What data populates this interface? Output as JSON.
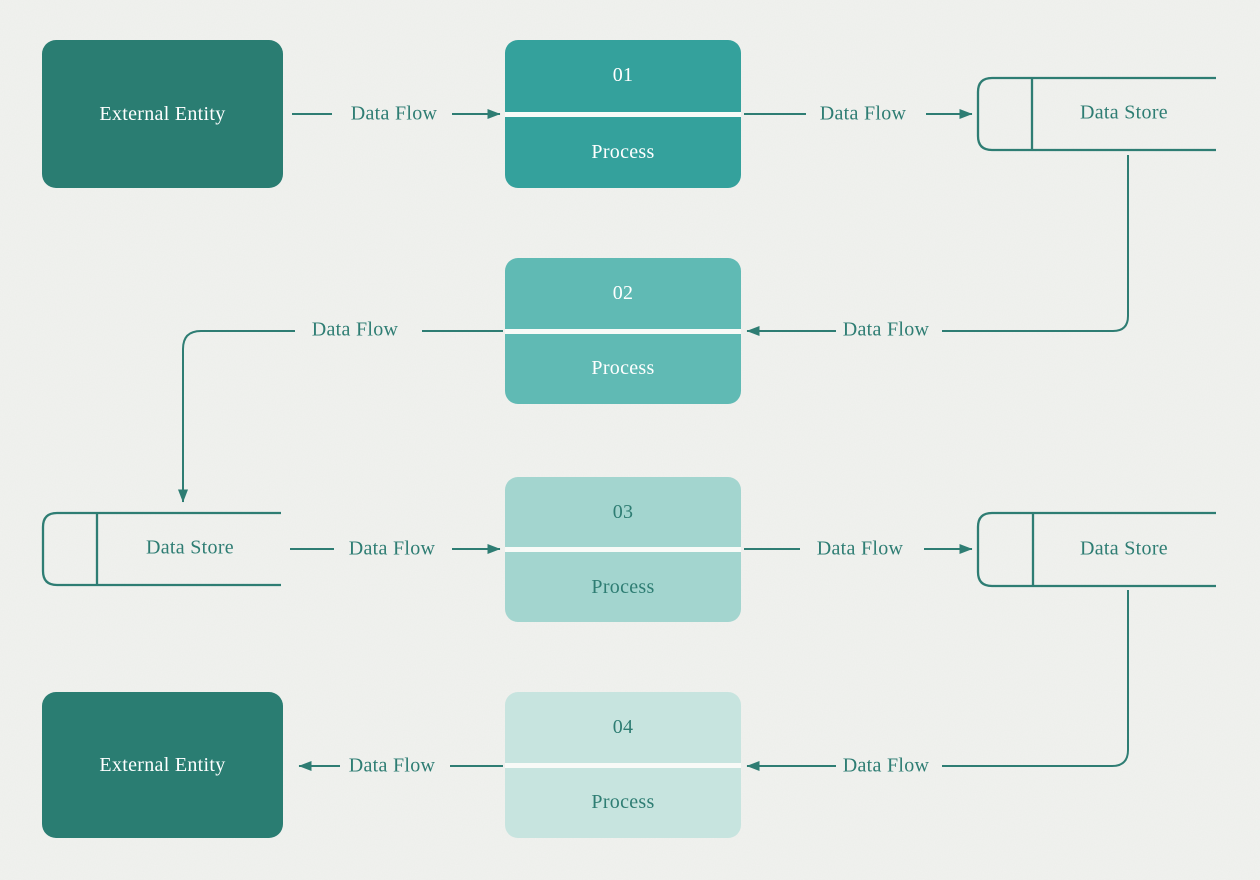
{
  "diagram": {
    "type": "data-flow-diagram",
    "background_color": "#f1f2ef",
    "line_color": "#2e7d73",
    "external_entities": [
      {
        "id": "external-entity-top",
        "label": "External Entity",
        "fill": "#2a7d72",
        "text_color": "#ffffff"
      },
      {
        "id": "external-entity-bottom",
        "label": "External Entity",
        "fill": "#2a7d72",
        "text_color": "#ffffff"
      }
    ],
    "processes": [
      {
        "id": "process-01",
        "number": "01",
        "label": "Process",
        "fill": "#34a19c",
        "text_color": "#ffffff"
      },
      {
        "id": "process-02",
        "number": "02",
        "label": "Process",
        "fill": "#60bab4",
        "text_color": "#ffffff"
      },
      {
        "id": "process-03",
        "number": "03",
        "label": "Process",
        "fill": "#a3d5cf",
        "text_color": "#2e7d73"
      },
      {
        "id": "process-04",
        "number": "04",
        "label": "Process",
        "fill": "#c7e4df",
        "text_color": "#2e7d73"
      }
    ],
    "data_stores": [
      {
        "id": "data-store-top-right",
        "label": "Data Store"
      },
      {
        "id": "data-store-middle-left",
        "label": "Data Store"
      },
      {
        "id": "data-store-middle-right",
        "label": "Data Store"
      }
    ],
    "flows": [
      {
        "label": "Data Flow",
        "from": "external-entity-top",
        "to": "process-01",
        "arrow": "right"
      },
      {
        "label": "Data Flow",
        "from": "process-01",
        "to": "data-store-top-right",
        "arrow": "right"
      },
      {
        "label": "Data Flow",
        "from": "data-store-top-right",
        "to": "process-02",
        "arrow": "left"
      },
      {
        "label": "Data Flow",
        "from": "process-02",
        "to": "data-store-middle-left",
        "arrow": "down"
      },
      {
        "label": "Data Flow",
        "from": "data-store-middle-left",
        "to": "process-03",
        "arrow": "right"
      },
      {
        "label": "Data Flow",
        "from": "process-03",
        "to": "data-store-middle-right",
        "arrow": "right"
      },
      {
        "label": "Data Flow",
        "from": "data-store-middle-right",
        "to": "process-04",
        "arrow": "left"
      },
      {
        "label": "Data Flow",
        "from": "process-04",
        "to": "external-entity-bottom",
        "arrow": "left"
      }
    ]
  }
}
